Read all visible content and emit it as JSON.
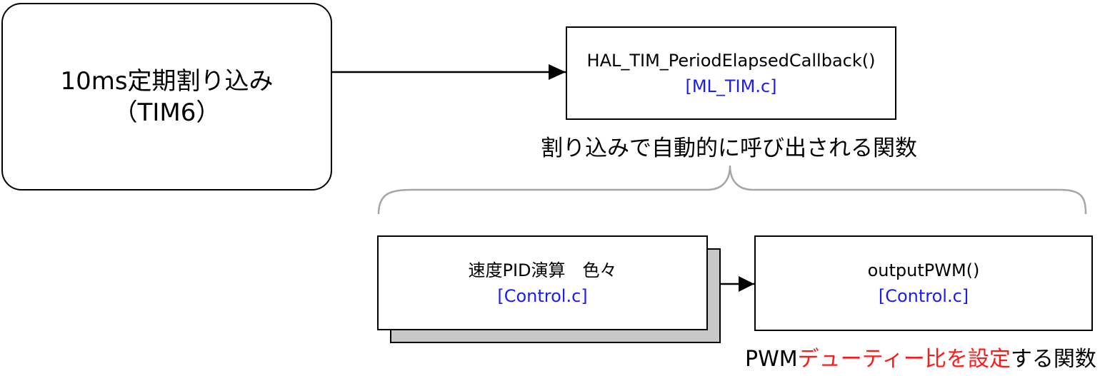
{
  "interrupt": {
    "line1": "10ms定期割り込み",
    "line2": "（TIM6）"
  },
  "callback": {
    "name": "HAL_TIM_PeriodElapsedCallback()",
    "file": "[ML_TIM.c]",
    "caption": "割り込みで自動的に呼び出される関数"
  },
  "pid": {
    "name": "速度PID演算　色々",
    "file": "[Control.c]"
  },
  "pwm": {
    "name": "outputPWM()",
    "file": "[Control.c]",
    "caption_prefix": "PWM",
    "caption_highlight": "デューティー比を設定",
    "caption_suffix": "する関数"
  },
  "colors": {
    "file_ref": "#1a1aff",
    "highlight": "#ff1a1a",
    "brace": "#a6a6a6",
    "shadow": "#c8c8c8"
  }
}
